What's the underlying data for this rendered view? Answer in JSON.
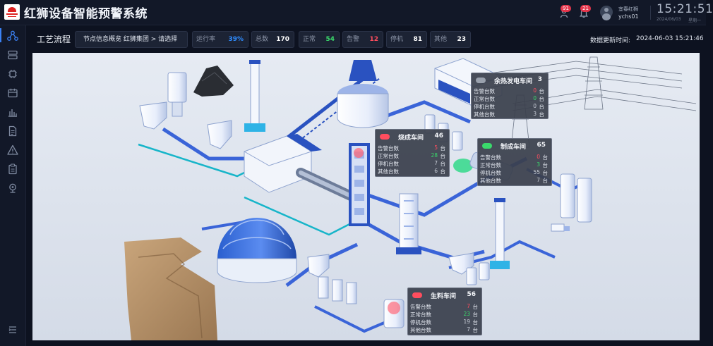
{
  "app": {
    "title": "红狮设备智能预警系统"
  },
  "header": {
    "notifications": [
      {
        "icon": "alert-person-icon",
        "count": "91"
      },
      {
        "icon": "bell-icon",
        "count": "21"
      }
    ],
    "user": {
      "name": "宜春红狮",
      "id": "ychs01"
    },
    "clock": {
      "time": "15:21:51",
      "date": "2024/06/03",
      "weekday": "星期一"
    }
  },
  "sidebar": {
    "items": [
      {
        "icon": "process-flow-icon",
        "active": true
      },
      {
        "icon": "server-icon"
      },
      {
        "icon": "chip-icon"
      },
      {
        "icon": "calendar-icon"
      },
      {
        "icon": "bar-chart-icon"
      },
      {
        "icon": "document-icon"
      },
      {
        "icon": "warning-icon"
      },
      {
        "icon": "clipboard-icon"
      },
      {
        "icon": "location-icon"
      }
    ],
    "collapse_icon": "menu-collapse-icon"
  },
  "toolbar": {
    "page_title": "工艺流程",
    "breadcrumb": "节点信息概览  红狮集团 > 请选择",
    "stats": [
      {
        "key": "run_rate",
        "label": "运行率",
        "value": "39%",
        "color": "#2f8cff"
      },
      {
        "key": "total",
        "label": "总数",
        "value": "170",
        "color": "#ffffff"
      },
      {
        "key": "normal",
        "label": "正常",
        "value": "54",
        "color": "#3ad96b"
      },
      {
        "key": "alarm",
        "label": "告警",
        "value": "12",
        "color": "#ff4d5e"
      },
      {
        "key": "stopped",
        "label": "停机",
        "value": "81",
        "color": "#ffffff"
      },
      {
        "key": "other",
        "label": "其他",
        "value": "23",
        "color": "#ffffff"
      }
    ],
    "update_label": "数据更新时间:",
    "update_time": "2024-06-03 15:21:46"
  },
  "workshops": [
    {
      "id": "waste-heat",
      "name": "余热发电车间",
      "total": "3",
      "status_color": "#9aa1ad",
      "rows": [
        {
          "label": "告警台数",
          "value": "0",
          "unit": "台",
          "color": "#ff4d5e"
        },
        {
          "label": "正常台数",
          "value": "0",
          "unit": "台",
          "color": "#3ad96b"
        },
        {
          "label": "停机台数",
          "value": "0",
          "unit": "台",
          "color": "#c7ccd6"
        },
        {
          "label": "其他台数",
          "value": "3",
          "unit": "台",
          "color": "#c7ccd6"
        }
      ]
    },
    {
      "id": "firing",
      "name": "烧成车间",
      "total": "46",
      "status_color": "#ff4d5e",
      "rows": [
        {
          "label": "告警台数",
          "value": "5",
          "unit": "台",
          "color": "#ff4d5e"
        },
        {
          "label": "正常台数",
          "value": "28",
          "unit": "台",
          "color": "#3ad96b"
        },
        {
          "label": "停机台数",
          "value": "7",
          "unit": "台",
          "color": "#c7ccd6"
        },
        {
          "label": "其他台数",
          "value": "6",
          "unit": "台",
          "color": "#c7ccd6"
        }
      ]
    },
    {
      "id": "finished",
      "name": "制成车间",
      "total": "65",
      "status_color": "#3ad96b",
      "rows": [
        {
          "label": "告警台数",
          "value": "0",
          "unit": "台",
          "color": "#ff4d5e"
        },
        {
          "label": "正常台数",
          "value": "3",
          "unit": "台",
          "color": "#3ad96b"
        },
        {
          "label": "停机台数",
          "value": "55",
          "unit": "台",
          "color": "#c7ccd6"
        },
        {
          "label": "其他台数",
          "value": "7",
          "unit": "台",
          "color": "#c7ccd6"
        }
      ]
    },
    {
      "id": "raw",
      "name": "生料车间",
      "total": "56",
      "status_color": "#ff4d5e",
      "rows": [
        {
          "label": "告警台数",
          "value": "7",
          "unit": "台",
          "color": "#ff4d5e"
        },
        {
          "label": "正常台数",
          "value": "23",
          "unit": "台",
          "color": "#3ad96b"
        },
        {
          "label": "停机台数",
          "value": "19",
          "unit": "台",
          "color": "#c7ccd6"
        },
        {
          "label": "其他台数",
          "value": "7",
          "unit": "台",
          "color": "#c7ccd6"
        }
      ]
    }
  ]
}
